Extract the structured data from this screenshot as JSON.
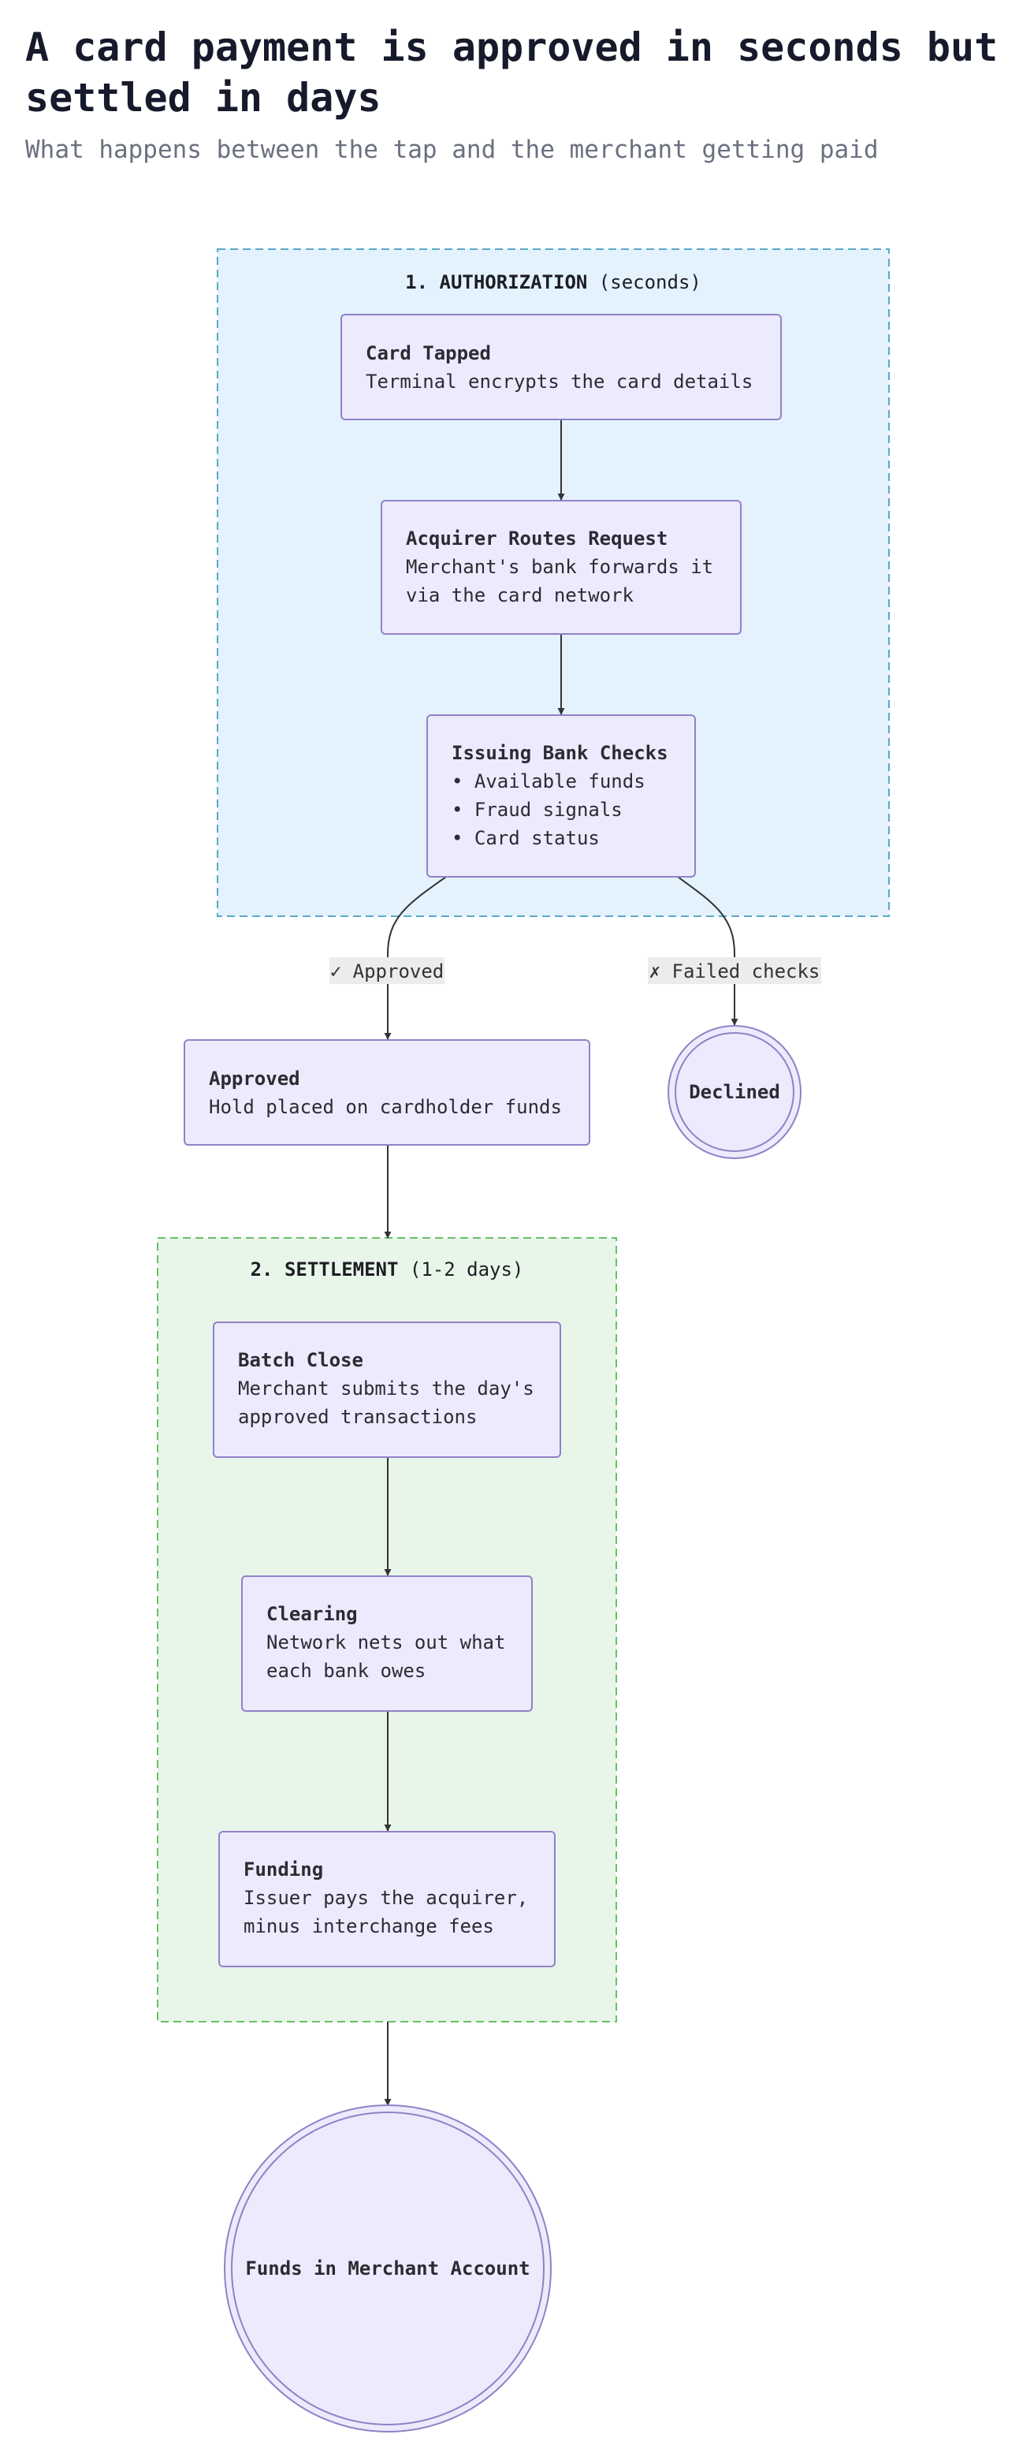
{
  "header": {
    "title": "A card payment is approved in seconds but settled in days",
    "subtitle": "What happens between the tap and the merchant getting paid"
  },
  "groups": {
    "authorization": {
      "number": "1. AUTHORIZATION",
      "detail": " (seconds)"
    },
    "settlement": {
      "number": "2. SETTLEMENT",
      "detail": " (1-2 days)"
    }
  },
  "nodes": {
    "card_tapped": {
      "title": "Card Tapped",
      "lines": [
        "Terminal encrypts the card details"
      ]
    },
    "acquirer": {
      "title": "Acquirer Routes Request",
      "lines": [
        "Merchant's bank forwards it",
        "via the card network"
      ]
    },
    "issuing": {
      "title": "Issuing Bank Checks",
      "lines": [
        "• Available funds",
        "• Fraud signals",
        "• Card status"
      ]
    },
    "approved": {
      "title": "Approved",
      "lines": [
        "Hold placed on cardholder funds"
      ]
    },
    "declined": {
      "title": "Declined"
    },
    "batch_close": {
      "title": "Batch Close",
      "lines": [
        "Merchant submits the day's",
        "approved transactions"
      ]
    },
    "clearing": {
      "title": "Clearing",
      "lines": [
        "Network nets out what",
        "each bank owes"
      ]
    },
    "funding": {
      "title": "Funding",
      "lines": [
        "Issuer pays the acquirer,",
        "minus interchange fees"
      ]
    },
    "funds": {
      "title": "Funds in Merchant Account"
    }
  },
  "edges": {
    "approved_label": "✓ Approved",
    "failed_label": "✗ Failed checks"
  },
  "colors": {
    "authorization_fill": "#e3f2fd",
    "authorization_stroke": "#5aa9c9",
    "settlement_fill": "#e8f5e9",
    "settlement_stroke": "#6abf69",
    "node_fill": "#ecebfd",
    "node_stroke": "#9280c8"
  }
}
